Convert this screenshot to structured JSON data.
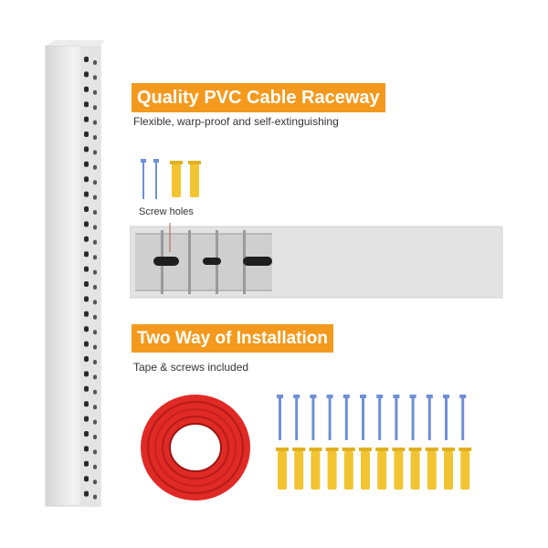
{
  "headline1": "Quality PVC Cable Raceway",
  "subline1": "Flexible, warp-proof and self-extinguishing",
  "screw_holes_label": "Screw holes",
  "headline2": "Two Way of Installation",
  "subline2": "Tape & screws included",
  "colors": {
    "banner": "#f39a1e",
    "raceway": "#e3e3e3",
    "tape": "#e02a26",
    "screw": "#6f8fd6",
    "anchor": "#f2c431"
  },
  "icons": [
    "cable-raceway-icon",
    "screw-icon",
    "wall-anchor-icon",
    "adhesive-tape-roll-icon"
  ]
}
